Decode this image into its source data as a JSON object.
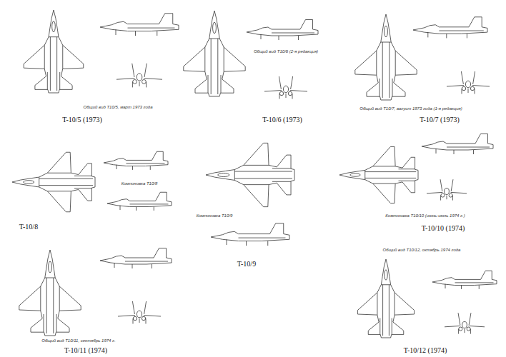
{
  "diagram": {
    "labels": [
      "Общий вид Т10/5, март 1973 года",
      "T-10/5 (1973)",
      "Общий вид Т10/6 (2-я редакция)",
      "T-10/6 (1973)",
      "Общий вид Т10/7, август 1973 года (1-я редакция)",
      "T-10/7 (1973)",
      "Компоновка Т10/8",
      "T-10/8",
      "Компоновка Т10/9",
      "T-10/9",
      "Компоновка Т10/10 (июнь-июль 1974 г.)",
      "T-10/10 (1974)",
      "Общий вид Т10/11, сентябрь 1974 г.",
      "T-10/11 (1974)",
      "Общий вид Т10/12, октябрь 1974 года",
      "T-10/12 (1974)"
    ]
  }
}
